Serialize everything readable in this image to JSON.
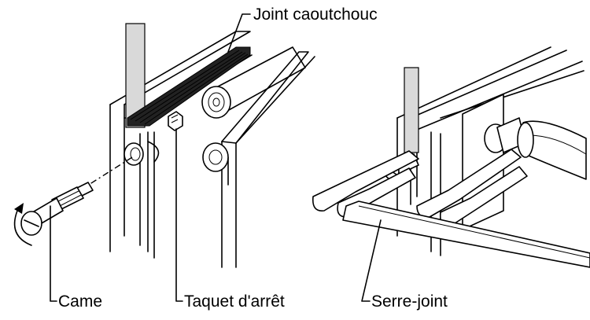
{
  "labels": {
    "rubber_seal": "Joint caoutchouc",
    "cam": "Came",
    "stop_lug": "Taquet d'arrêt",
    "clamp": "Serre-joint"
  }
}
